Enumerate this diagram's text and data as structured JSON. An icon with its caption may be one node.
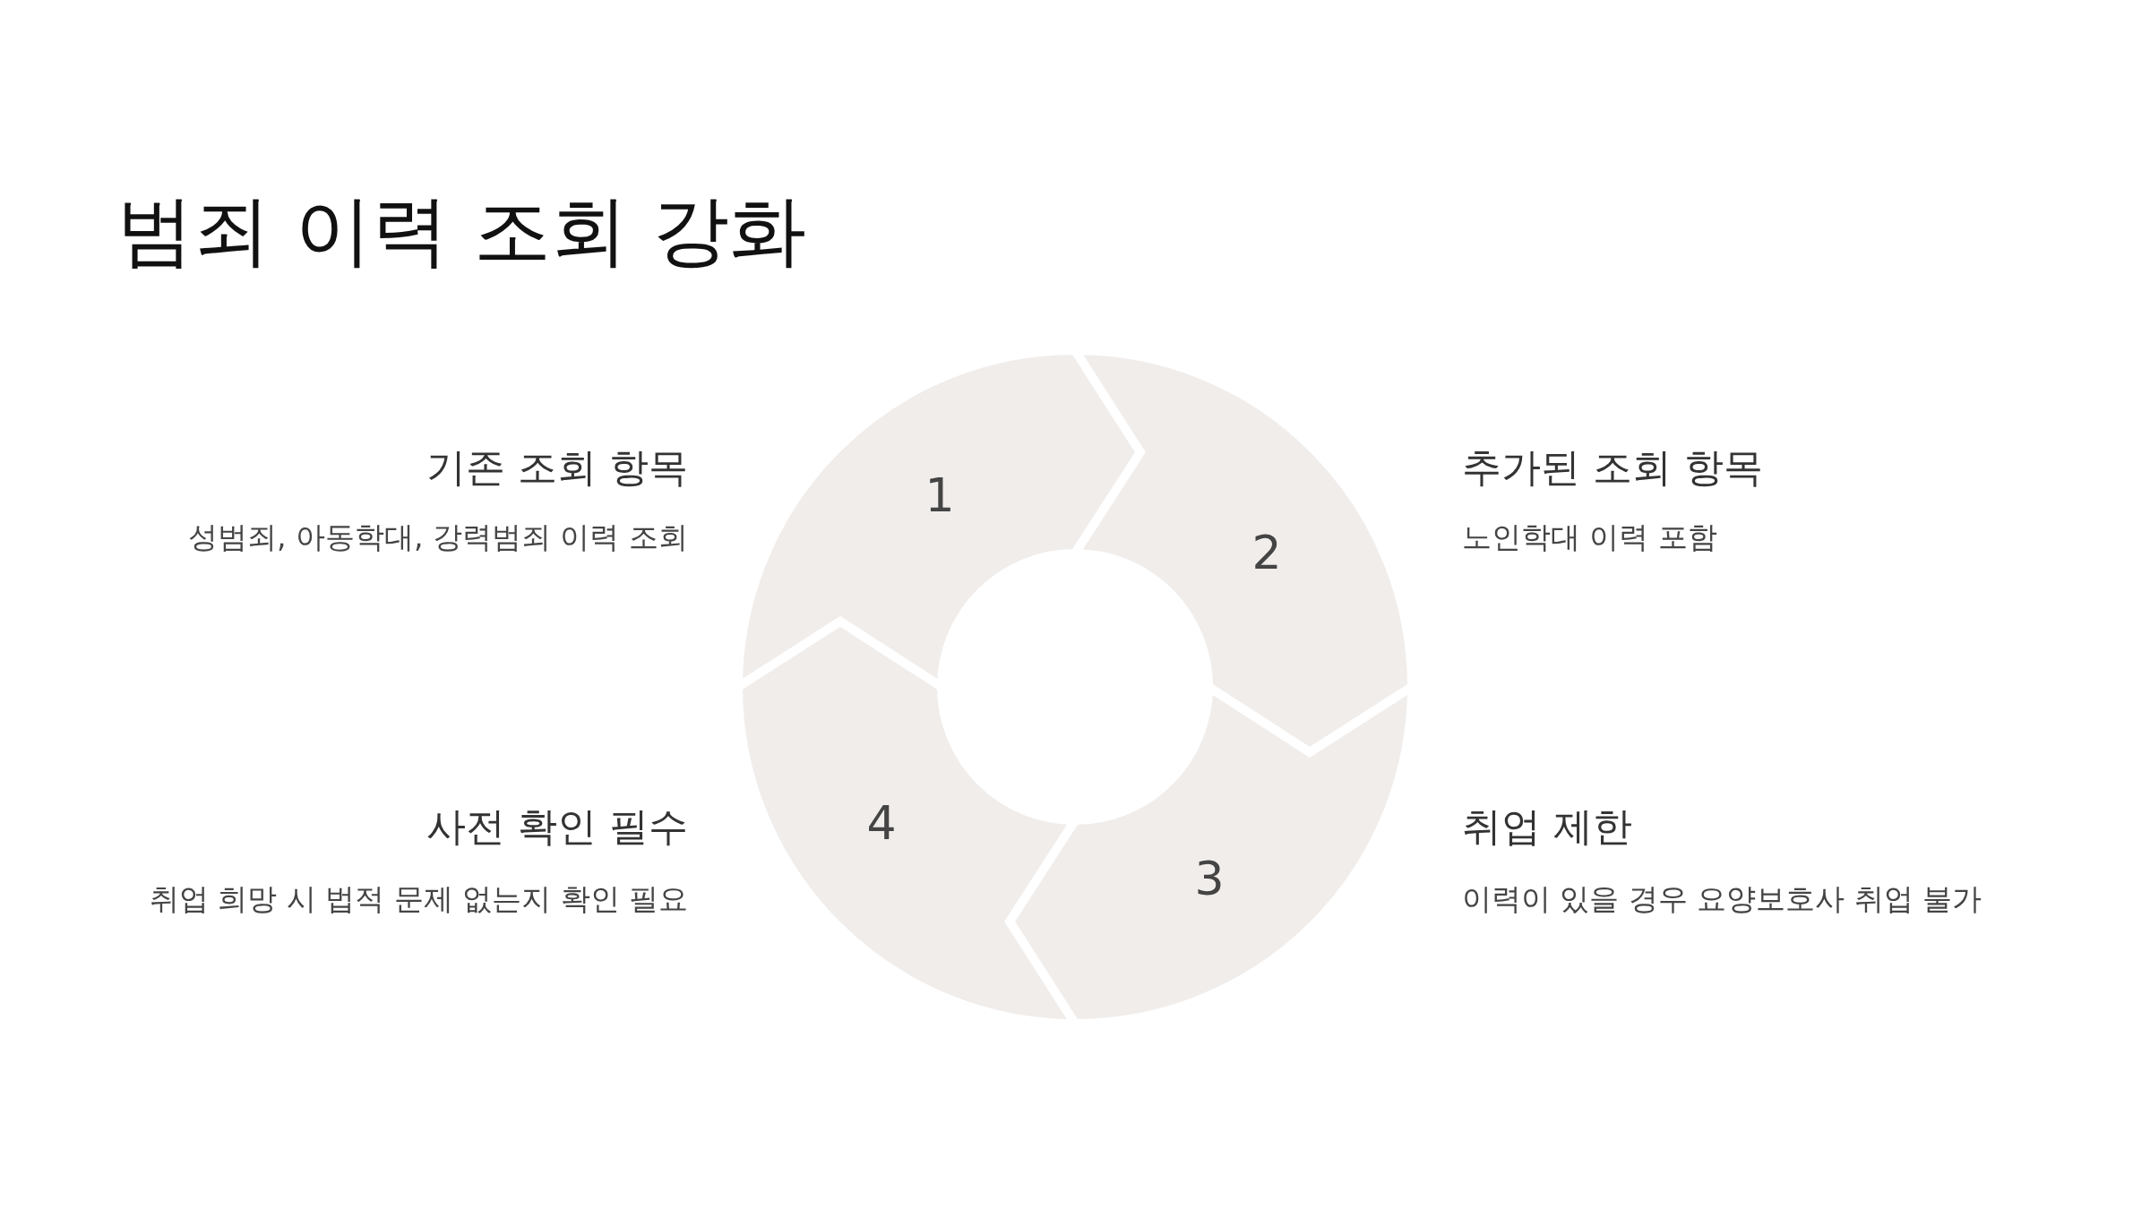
{
  "diagram": {
    "title": "범죄 이력 조회 강화",
    "nodes": [
      {
        "text": [
          "1"
        ]
      },
      {
        "text": [
          "2"
        ]
      },
      {
        "text": [
          "3"
        ]
      },
      {
        "text": [
          "4"
        ]
      }
    ],
    "labels": [
      "기존 조회 항목",
      "성범죄, 아동학대, 강력범죄 이력 조회",
      "추가된 조회 항목",
      "노인학대 이력 포함",
      "사전 확인 필수",
      "취업 희망 시 법적 문제 없는지 확인 필요",
      "취업 제한",
      "이력이 있을 경우 요양보호사 취업 불가"
    ]
  }
}
